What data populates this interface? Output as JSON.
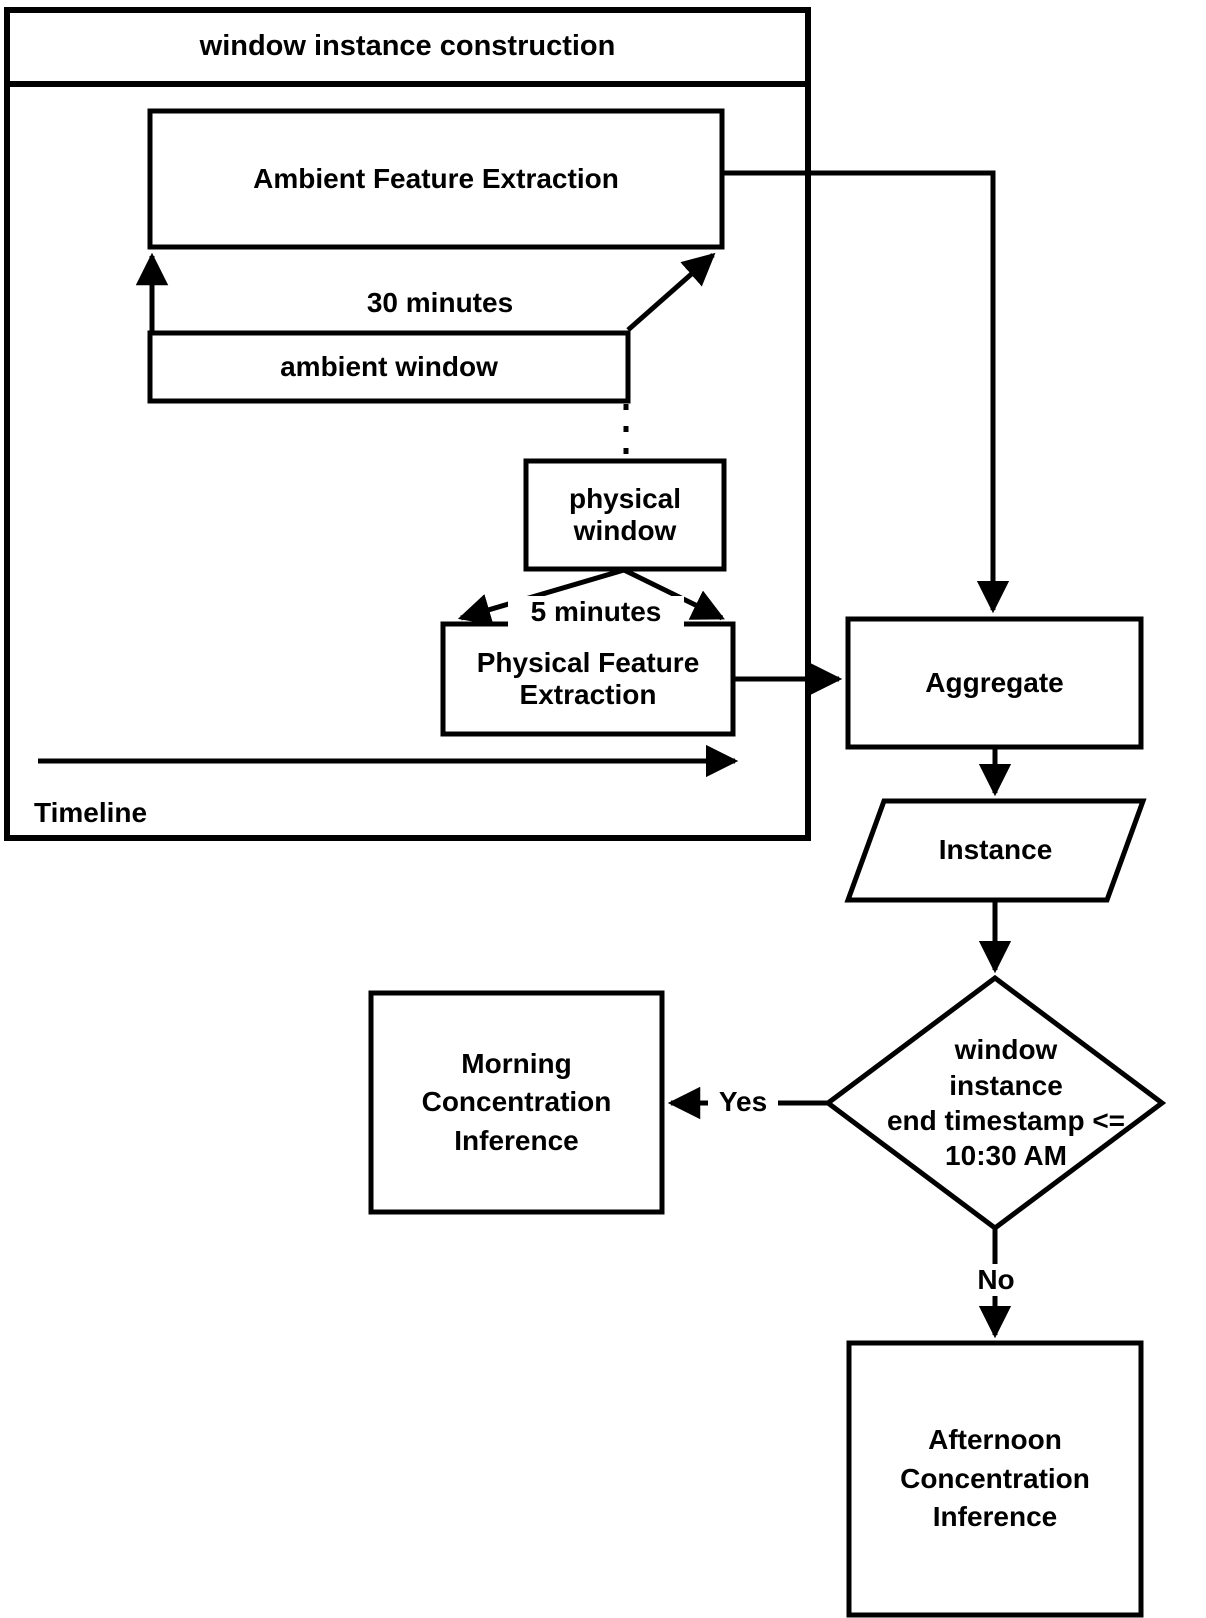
{
  "diagram": {
    "title": "window instance construction",
    "container": {
      "header_label": "window instance construction",
      "timeline_label": "Timeline"
    },
    "nodes": {
      "ambient_feature_extraction": {
        "label": "Ambient Feature Extraction",
        "shape": "rect"
      },
      "ambient_window": {
        "label": "ambient window",
        "shape": "rect"
      },
      "physical_window": {
        "label": "physical\nwindow",
        "shape": "rect"
      },
      "physical_feature_extraction": {
        "label": "Physical Feature\nExtraction",
        "shape": "rect"
      },
      "aggregate": {
        "label": "Aggregate",
        "shape": "rect"
      },
      "instance": {
        "label": "Instance",
        "shape": "parallelogram"
      },
      "decision": {
        "label": "window\ninstance\nend timestamp <=\n10:30 AM",
        "shape": "diamond"
      },
      "morning_inference": {
        "label": "Morning\nConcentration\nInference",
        "shape": "rect"
      },
      "afternoon_inference": {
        "label": "Afternoon\nConcentration\nInference",
        "shape": "rect"
      }
    },
    "edge_labels": {
      "ambient_duration": "30 minutes",
      "physical_duration": "5 minutes",
      "decision_yes": "Yes",
      "decision_no": "No"
    },
    "style": {
      "stroke": "#000000",
      "fill": "#ffffff",
      "background": "#ffffff"
    }
  }
}
